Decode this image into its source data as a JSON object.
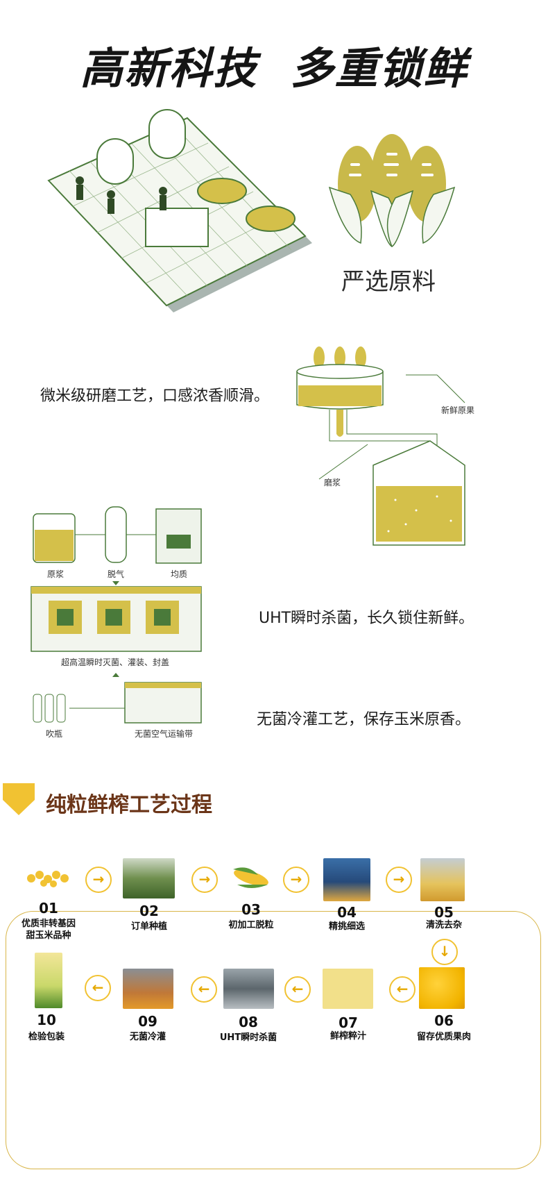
{
  "hero": {
    "title": "高新科技  多重锁鲜"
  },
  "raw_material": {
    "caption": "严选原料"
  },
  "grinding": {
    "caption": "微米级研磨工艺，口感浓香顺滑。",
    "label_fresh": "新鲜原果",
    "label_grind": "磨浆"
  },
  "uht_flow": {
    "tank_labels": [
      "原浆",
      "脱气",
      "均质"
    ],
    "sterilize_label": "超高温瞬时灭菌、灌装、封盖",
    "caption": "UHT瞬时杀菌，长久锁住新鲜。",
    "bottle_label": "吹瓶",
    "conveyor_label": "无菌空气运输带",
    "fill_caption": "无菌冷灌工艺，保存玉米原香。"
  },
  "process": {
    "title": "纯粒鲜榨工艺过程",
    "steps": [
      {
        "num": "01",
        "label": "优质非转基因\n甜玉米品种"
      },
      {
        "num": "02",
        "label": "订单种植"
      },
      {
        "num": "03",
        "label": "初加工脱粒"
      },
      {
        "num": "04",
        "label": "精挑细选"
      },
      {
        "num": "05",
        "label": "清洗去杂"
      },
      {
        "num": "06",
        "label": "留存优质果肉"
      },
      {
        "num": "07",
        "label": "鲜榨粹汁"
      },
      {
        "num": "08",
        "label": "UHT瞬时杀菌"
      },
      {
        "num": "09",
        "label": "无菌冷灌"
      },
      {
        "num": "10",
        "label": "检验包装"
      }
    ],
    "arrow_right": "→",
    "arrow_left": "←",
    "arrow_down": "↓"
  },
  "colors": {
    "accent_yellow": "#d4c04a",
    "line_green": "#4a7a3a",
    "brown": "#6b3518",
    "gold": "#f1c232"
  }
}
